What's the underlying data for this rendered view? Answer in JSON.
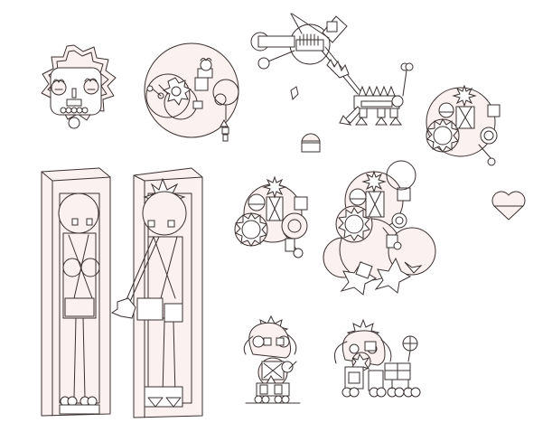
{
  "canvas": {
    "background": "#ffffff",
    "stroke_color": "#3a3030",
    "fill_color": "#fbf1f0"
  },
  "sketches": [
    {
      "id": "sun-face",
      "icon": "sun-face-icon"
    },
    {
      "id": "circle-cluster",
      "icon": "gear-cluster-icon"
    },
    {
      "id": "mechanical-creature",
      "icon": "robot-dog-icon"
    },
    {
      "id": "heart",
      "icon": "heart-icon"
    },
    {
      "id": "tall-cabinet-figures",
      "icon": "figure-in-box-icon"
    },
    {
      "id": "bubble-cluster-small",
      "icon": "bubble-cluster-icon"
    },
    {
      "id": "bubble-cluster-large",
      "icon": "bubble-cluster-icon"
    },
    {
      "id": "small-robot",
      "icon": "robot-icon"
    },
    {
      "id": "dog-cart",
      "icon": "dog-cart-icon"
    }
  ]
}
